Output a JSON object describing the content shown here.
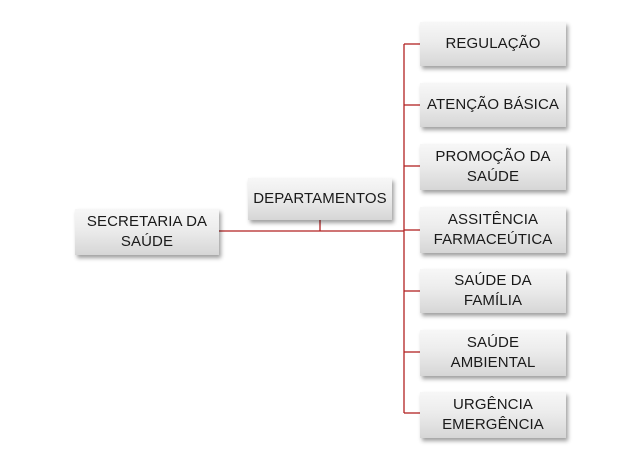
{
  "diagram": {
    "type": "org-chart",
    "root": {
      "label": "SECRETARIA DA SAÚDE"
    },
    "middle": {
      "label": "DEPARTAMENTOS"
    },
    "children": [
      {
        "label": "REGULAÇÃO"
      },
      {
        "label": "ATENÇÃO BÁSICA"
      },
      {
        "label": "PROMOÇÃO DA SAÚDE"
      },
      {
        "label": "ASSITÊNCIA FARMACEÚTICA"
      },
      {
        "label": "SAÚDE DA FAMÍLIA"
      },
      {
        "label": "SAÚDE AMBIENTAL"
      },
      {
        "label": "URGÊNCIA EMERGÊNCIA"
      }
    ],
    "connector_color": "#b22222",
    "box_fill_top": "#f7f7f7",
    "box_fill_bottom": "#d6d6d6"
  }
}
